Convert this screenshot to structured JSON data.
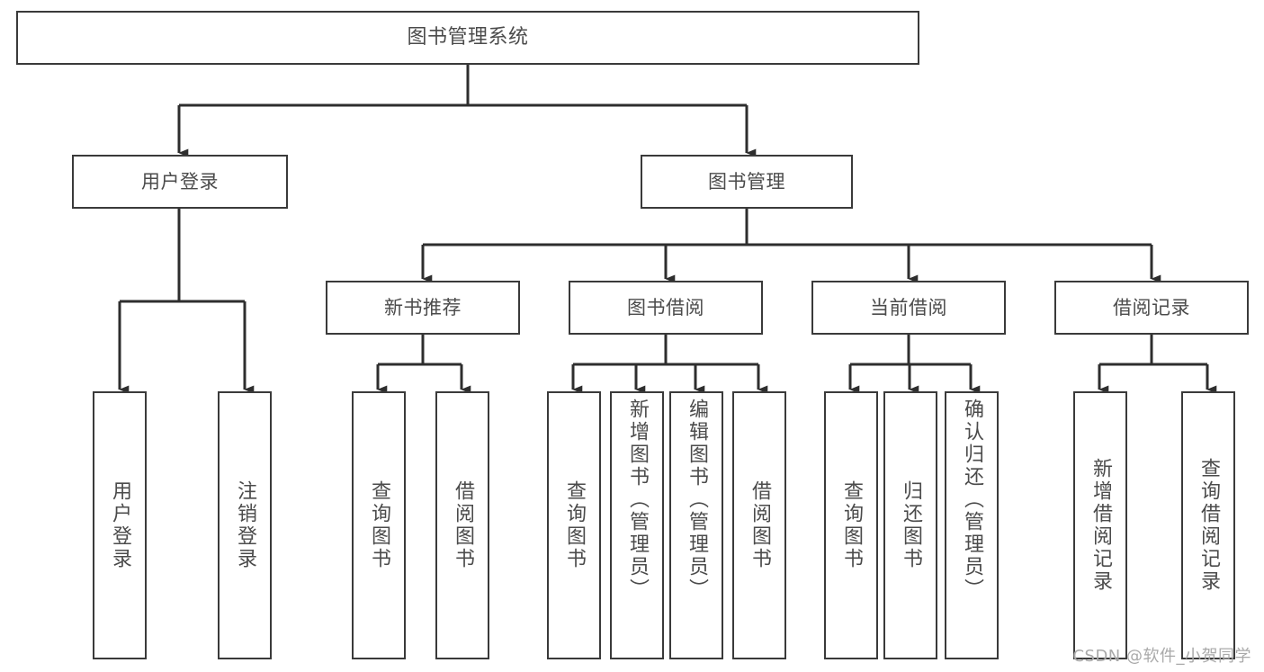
{
  "diagram": {
    "title": "图书管理系统",
    "type": "tree-hierarchy",
    "watermark": "CSDN @软件_小贺同学",
    "stroke_color": "#3a3a3a",
    "text_color": "#4b4b4b",
    "background_color": "#ffffff"
  },
  "nodes": {
    "root": {
      "label": "图书管理系统",
      "level": 0
    },
    "user_login": {
      "label": "用户登录",
      "level": 1
    },
    "book_manage": {
      "label": "图书管理",
      "level": 1
    },
    "new_book_rec": {
      "label": "新书推荐",
      "level": 2
    },
    "book_borrow": {
      "label": "图书借阅",
      "level": 2
    },
    "current_borrow": {
      "label": "当前借阅",
      "level": 2
    },
    "borrow_record": {
      "label": "借阅记录",
      "level": 2
    },
    "leaf_user_login": {
      "label": "用户登录",
      "level": 2
    },
    "leaf_user_logout": {
      "label": "注销登录",
      "level": 2
    },
    "leaf_query_book_1": {
      "label": "查询图书",
      "level": 3
    },
    "leaf_borrow_book_1": {
      "label": "借阅图书",
      "level": 3
    },
    "leaf_query_book_2": {
      "label": "查询图书",
      "level": 3
    },
    "leaf_add_book": {
      "label": "新增图书（管理员）",
      "level": 3
    },
    "leaf_edit_book": {
      "label": "编辑图书（管理员）",
      "level": 3
    },
    "leaf_borrow_book_2": {
      "label": "借阅图书",
      "level": 3
    },
    "leaf_query_book_3": {
      "label": "查询图书",
      "level": 3
    },
    "leaf_return_book": {
      "label": "归还图书",
      "level": 3
    },
    "leaf_confirm_return": {
      "label": "确认归还（管理员）",
      "level": 3
    },
    "leaf_add_record": {
      "label": "新增借阅记录",
      "level": 3
    },
    "leaf_query_record": {
      "label": "查询借阅记录",
      "level": 3
    }
  },
  "chart_data": {
    "type": "diagram",
    "title": "图书管理系统",
    "hierarchy": [
      {
        "label": "图书管理系统",
        "children": [
          {
            "label": "用户登录",
            "children": [
              {
                "label": "用户登录",
                "children": []
              },
              {
                "label": "注销登录",
                "children": []
              }
            ]
          },
          {
            "label": "图书管理",
            "children": [
              {
                "label": "新书推荐",
                "children": [
                  {
                    "label": "查询图书",
                    "children": []
                  },
                  {
                    "label": "借阅图书",
                    "children": []
                  }
                ]
              },
              {
                "label": "图书借阅",
                "children": [
                  {
                    "label": "查询图书",
                    "children": []
                  },
                  {
                    "label": "新增图书（管理员）",
                    "children": []
                  },
                  {
                    "label": "编辑图书（管理员）",
                    "children": []
                  },
                  {
                    "label": "借阅图书",
                    "children": []
                  }
                ]
              },
              {
                "label": "当前借阅",
                "children": [
                  {
                    "label": "查询图书",
                    "children": []
                  },
                  {
                    "label": "归还图书",
                    "children": []
                  },
                  {
                    "label": "确认归还（管理员）",
                    "children": []
                  }
                ]
              },
              {
                "label": "借阅记录",
                "children": [
                  {
                    "label": "新增借阅记录",
                    "children": []
                  },
                  {
                    "label": "查询借阅记录",
                    "children": []
                  }
                ]
              }
            ]
          }
        ]
      }
    ]
  }
}
